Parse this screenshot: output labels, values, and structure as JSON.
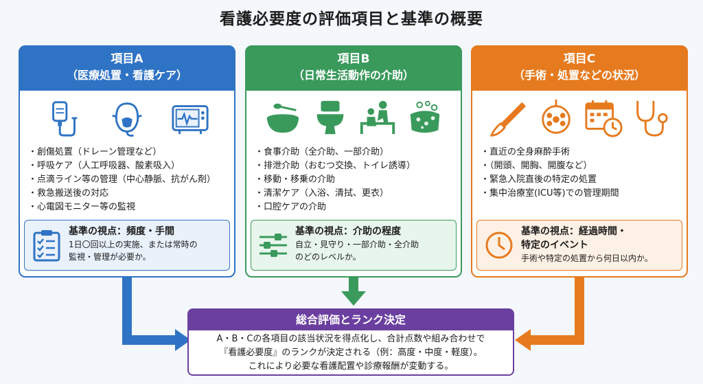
{
  "title": "看護必要度の評価項目と基準の概要",
  "colors": {
    "a": "#2f73c4",
    "b": "#3a9a5c",
    "c": "#e67a1e",
    "summary": "#6b3fa0"
  },
  "cards": {
    "a": {
      "title": "項目A",
      "subtitle": "（医療処置・看護ケア）",
      "icons": [
        "iv-drip-icon",
        "oxygen-mask-icon",
        "ecg-monitor-icon"
      ],
      "items": [
        "創傷処置（ドレーン管理など）",
        "呼吸ケア（人工呼吸器、酸素吸入）",
        "点滴ライン等の管理（中心静脈、抗がん剤）",
        "救急搬送後の対応",
        "心電図モニター等の監視"
      ],
      "basis_title": "基準の視点：頻度・手間",
      "basis_desc_1": "1日〇回以上の実施、または常時の",
      "basis_desc_2": "監視・管理が必要か。",
      "basis_icon": "clipboard-checklist-icon"
    },
    "b": {
      "title": "項目B",
      "subtitle": "（日常生活動作の介助）",
      "icons": [
        "bowl-spoon-icon",
        "toilet-icon",
        "caregiver-assist-icon",
        "sponge-bath-icon"
      ],
      "items": [
        "食事介助（全介助、一部介助）",
        "排泄介助（おむつ交換、トイレ誘導）",
        "移動・移乗の介助",
        "清潔ケア（入浴、清拭、更衣）",
        "口腔ケアの介助"
      ],
      "basis_title": "基準の視点：介助の程度",
      "basis_desc_1": "自立・見守り・一部介助・全介助",
      "basis_desc_2": "のどのレベルか。",
      "basis_icon": "sliders-level-icon"
    },
    "c": {
      "title": "項目C",
      "subtitle": "（手術・処置などの状況）",
      "icons": [
        "scalpel-icon",
        "surgical-light-icon",
        "calendar-clock-icon",
        "stethoscope-icon"
      ],
      "items": [
        "直近の全身麻酔手術",
        "（開頭、開胸、開腹など）",
        "緊急入院直後の特定の処置",
        "集中治療室(ICU等)での管理期間"
      ],
      "basis_title": "基準の視点：経過時間・",
      "basis_title_2": "特定のイベント",
      "basis_desc_1": "手術や特定の処置から何日以内か。",
      "basis_icon": "clock-icon"
    }
  },
  "summary": {
    "title": "総合評価とランク決定",
    "line1": "A・B・Cの各項目の該当状況を得点化し、合計点数や組み合わせで",
    "line2": "『看護必要度』のランクが決定される（例：高度・中度・軽度）。",
    "line3": "これにより必要な看護配置や診療報酬が変動する。"
  }
}
